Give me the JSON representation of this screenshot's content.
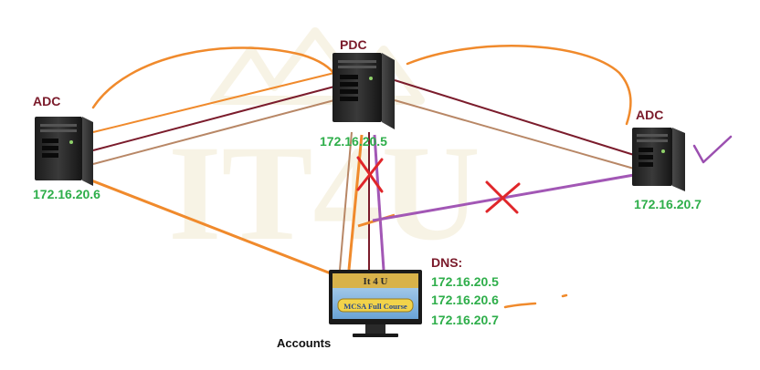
{
  "nodes": {
    "pdc": {
      "role": "PDC",
      "ip": "172.16.20.5"
    },
    "adc_left": {
      "role": "ADC",
      "ip": "172.16.20.6"
    },
    "adc_right": {
      "role": "ADC",
      "ip": "172.16.20.7"
    },
    "client": {
      "name": "Accounts",
      "screen_title": "It 4 U",
      "screen_banner": "MCSA Full Course"
    }
  },
  "dns": {
    "heading": "DNS:",
    "servers": [
      "172.16.20.5",
      "172.16.20.6",
      "172.16.20.7"
    ]
  },
  "watermark": "IT4U",
  "colors": {
    "role_label": "#7a1a2a",
    "ip_label": "#2eae4a",
    "replication_orange": "#f08a2c",
    "link_maroon": "#7b1c2c",
    "link_tan": "#b88766",
    "link_purple": "#a257b5",
    "failure_red": "#e0262a",
    "check": "#9b4fb0"
  }
}
